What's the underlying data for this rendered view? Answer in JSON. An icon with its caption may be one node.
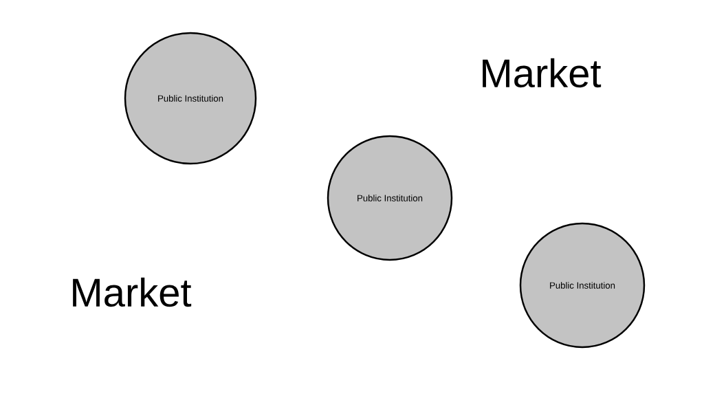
{
  "diagram": {
    "nodes": [
      {
        "text": [
          "Public Institution"
        ]
      },
      {
        "text": [
          "Public Institution"
        ]
      },
      {
        "text": [
          "Public Institution"
        ]
      }
    ],
    "labels": [
      "Market",
      "Market"
    ]
  }
}
